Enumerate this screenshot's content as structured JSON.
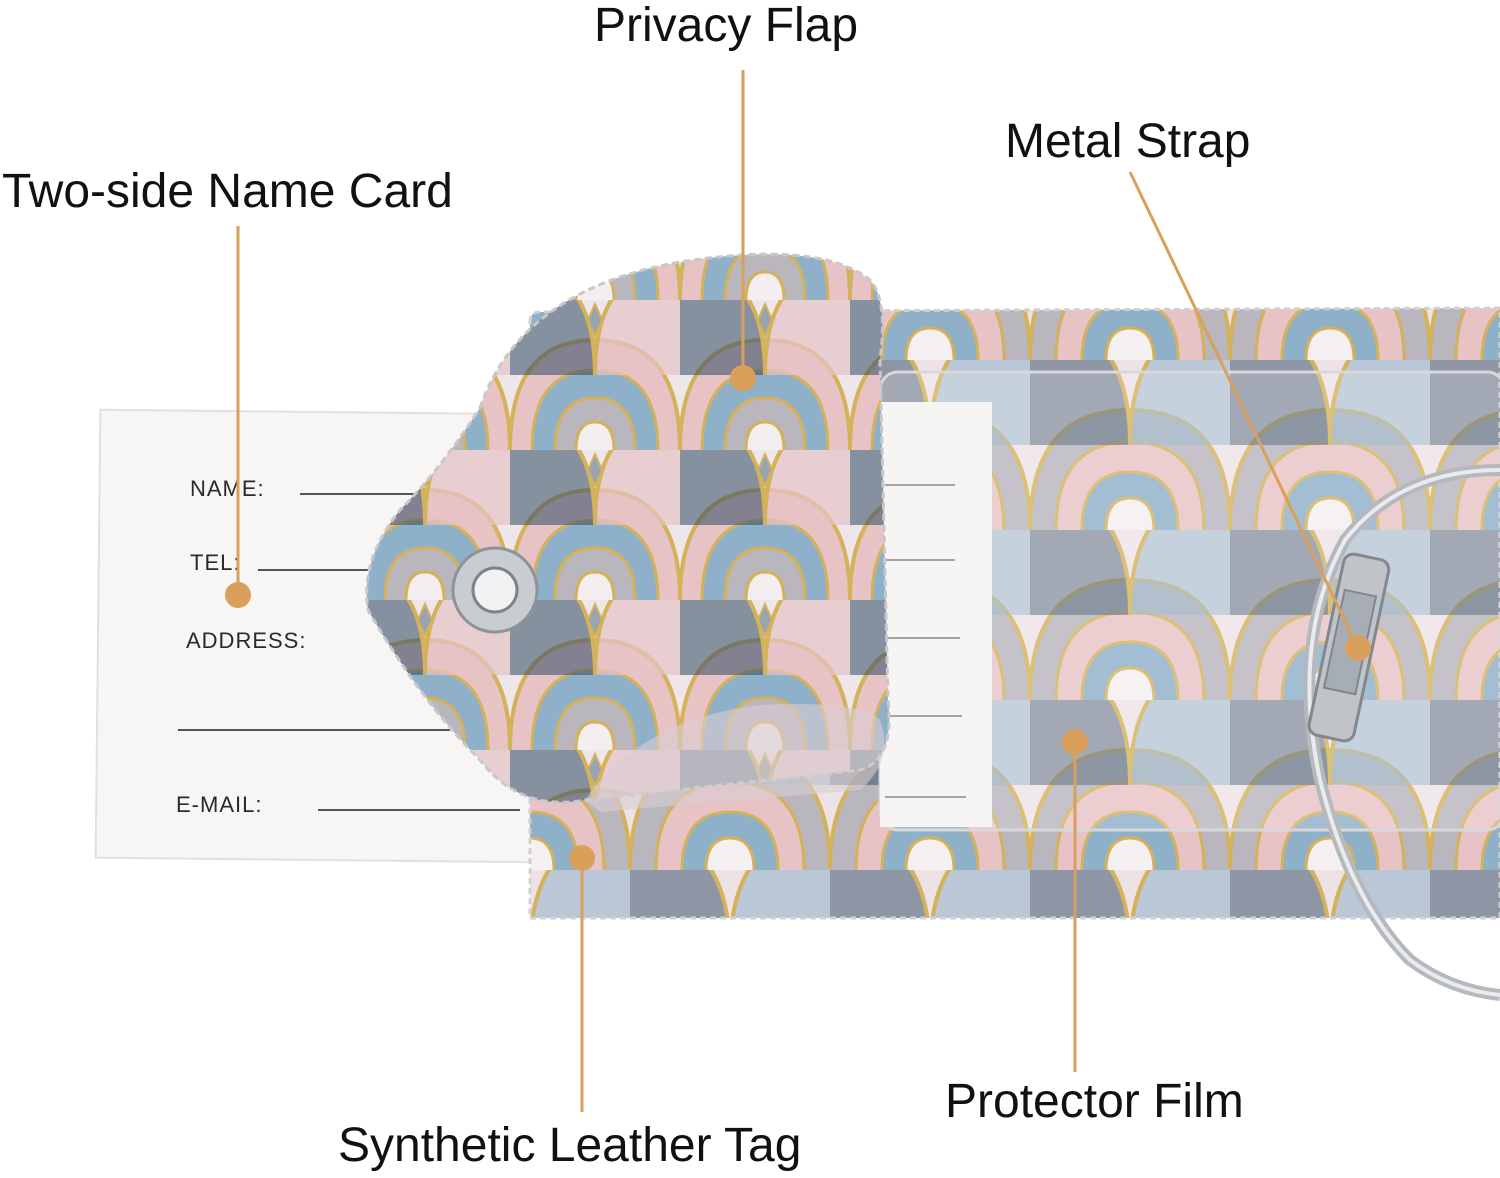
{
  "labels": {
    "privacy_flap": "Privacy Flap",
    "metal_strap": "Metal Strap",
    "name_card": "Two-side Name Card",
    "protector_film": "Protector Film",
    "leather_tag": "Synthetic Leather Tag"
  },
  "name_card_fields": {
    "name": "NAME:",
    "tel": "TEL:",
    "address": "ADDRESS:",
    "email": "E-MAIL:"
  },
  "colors": {
    "callout": "#d9a05b",
    "marble_pink": "#e8c3c6",
    "marble_blue": "#8fb0c9",
    "marble_navy": "#2f4a63",
    "marble_grey": "#b9b6bd",
    "gold": "#d4b25a",
    "card": "#f7f6f4"
  }
}
